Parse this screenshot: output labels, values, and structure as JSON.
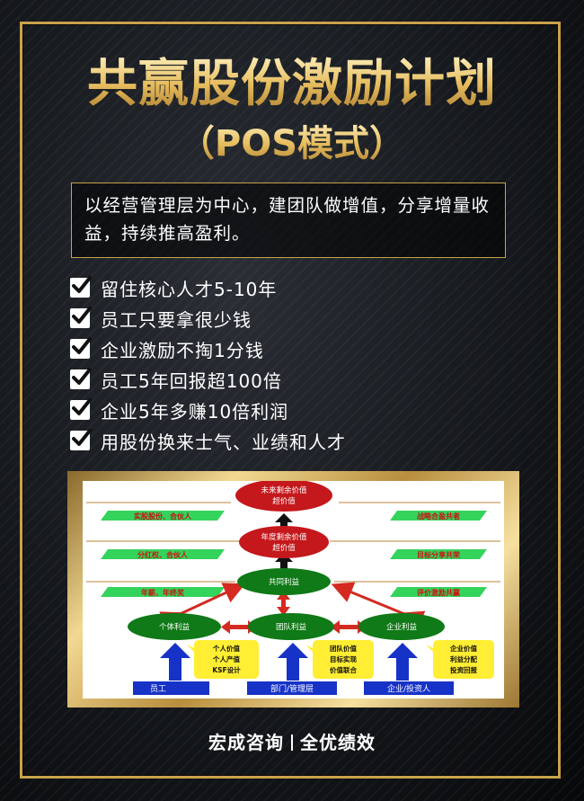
{
  "poster": {
    "title": "共赢股份激励计划",
    "subtitle": "（POS模式）",
    "intro": "以经营管理层为中心，建团队做增值，分享增量收益，持续推高盈利。",
    "checklist": [
      "留住核心人才5-10年",
      "员工只要拿很少钱",
      "企业激励不掏1分钱",
      "员工5年回报超100倍",
      "企业5年多赚10倍利润",
      "用股份换来士气、业绩和人才"
    ],
    "footer_left": "宏成咨询",
    "footer_right": "全优绩效"
  },
  "diagram": {
    "nodes": {
      "future_line1": "未来剩余价值",
      "future_line2": "超价值",
      "annual_line1": "年度剩余价值",
      "annual_line2": "超价值",
      "common": "共同利益",
      "individual": "个体利益",
      "team": "团队利益",
      "enterprise": "企业利益"
    },
    "left_tags": [
      "实股股份、合伙人",
      "分红权、合伙人",
      "年薪、年终奖"
    ],
    "right_tags": [
      "战略合盈共者",
      "目标分享共荣",
      "评价激励共赢"
    ],
    "notes": {
      "individual": [
        "个人价值",
        "个人产值",
        "KSF设计"
      ],
      "team": [
        "团队价值",
        "目标实现",
        "价值联合"
      ],
      "enterprise": [
        "企业价值",
        "利益分配",
        "投资回报"
      ]
    },
    "bottom_bars": [
      "员工",
      "部门/管理层",
      "企业/投资人"
    ],
    "colors": {
      "red_node": "#c4181c",
      "green_node": "#0f7a17",
      "tag_green": "#34d35b",
      "note_yellow": "#ffee33",
      "bar_blue": "#1733c7",
      "arrow_red": "#d42a20",
      "guide_line": "#c69a62"
    }
  }
}
